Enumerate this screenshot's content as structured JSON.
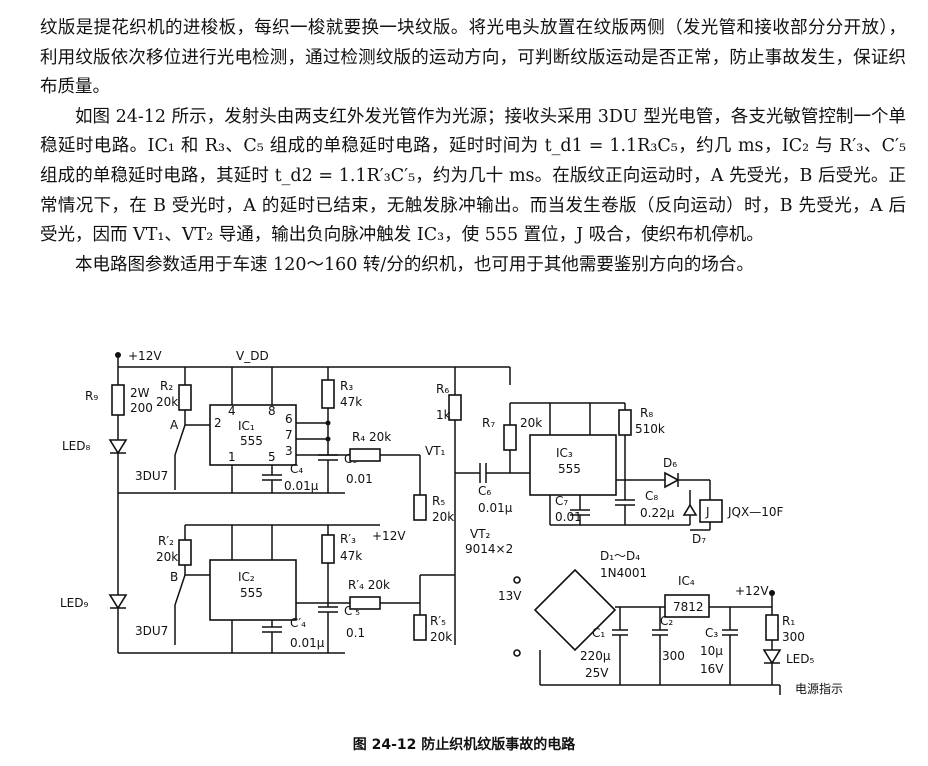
{
  "paragraphs": [
    "纹版是提花织机的进梭板，每织一梭就要换一块纹版。将光电头放置在纹版两侧（发光管和接收部分分开放），利用纹版依次移位进行光电检测，通过检测纹版的运动方向，可判断纹版运动是否正常，防止事故发生，保证织布质量。",
    "如图 24-12 所示，发射头由两支红外发光管作为光源；接收头采用 3DU 型光电管，各支光敏管控制一个单稳延时电路。IC₁ 和 R₃、C₅ 组成的单稳延时电路，延时时间为 t_d1 = 1.1R₃C₅，约几 ms，IC₂ 与 R′₃、C′₅ 组成的单稳延时电路，其延时 t_d2 = 1.1R′₃C′₅，约为几十 ms。在版纹正向运动时，A 先受光，B 后受光。正常情况下，在 B 受光时，A 的延时已结束，无触发脉冲输出。而当发生卷版（反向运动）时，B 先受光，A 后受光，因而 VT₁、VT₂ 导通，输出负向脉冲触发 IC₃，使 555 置位，J 吸合，使织布机停机。",
    "本电路图参数适用于车速 120～160 转/分的织机，也可用于其他需要鉴别方向的场合。"
  ],
  "circuit": {
    "supply": "+12V",
    "vdd": "V_DD",
    "labels": {
      "r9": "R₉",
      "r9_val1": "2W",
      "r9_val2": "200",
      "r2": "R₂",
      "r2_val": "20k",
      "node_a": "A",
      "r3": "R₃",
      "r3_val": "47k",
      "ic1": "IC₁",
      "ic1_type": "555",
      "led8": "LED₈",
      "pt1": "3DU7",
      "c4": "C₄",
      "c4_val": "0.01μ",
      "c5": "C₅",
      "c5_val": "0.01",
      "r4": "R₄ 20k",
      "vt1": "VT₁",
      "r6": "R₆",
      "r6_val": "1k",
      "r5": "R₅",
      "r5_val": "20k",
      "r7": "R₇",
      "r7_val": "20k",
      "c6": "C₆",
      "c6_val": "0.01μ",
      "ic3": "IC₃",
      "ic3_type": "555",
      "c7": "C₇",
      "c7_val": "0.01",
      "c8": "C₈",
      "c8_val": "0.22μ",
      "r8": "R₈",
      "r8_val": "510k",
      "d6": "D₆",
      "d7": "D₇",
      "relay_j": "J",
      "relay": "JQX—10F",
      "r2p": "R′₂",
      "r2p_val": "20k",
      "node_b": "B",
      "r3p": "R′₃",
      "r3p_val": "47k",
      "plus12_b": "+12V",
      "ic2": "IC₂",
      "ic2_type": "555",
      "led9": "LED₉",
      "pt2": "3DU7",
      "c4p": "C′₄",
      "c4p_val": "0.01μ",
      "c5p": "C′₅",
      "c5p_val": "0.1",
      "r4p": "R′₄ 20k",
      "vt2": "VT₂",
      "vt_type": "9014×2",
      "r5p": "R′₅",
      "r5p_val": "20k",
      "d1d4": "D₁～D₄",
      "d1d4_type": "1N4001",
      "ic4": "IC₄",
      "ic4_type": "7812",
      "plus12_out": "+12V",
      "ac_in": "13V",
      "c1": "C₁",
      "c1_val1": "220μ",
      "c1_val2": "25V",
      "c2": "C₂",
      "c2_val": "300",
      "c3": "C₃",
      "c3_val1": "10μ",
      "c3_val2": "16V",
      "r1": "R₁",
      "r1_val": "300",
      "led5": "LED₅",
      "power_ind": "电源指示",
      "pin2": "2",
      "pin4": "4",
      "pin8": "8",
      "pin6": "6",
      "pin7": "7",
      "pin3": "3",
      "pin1": "1",
      "pin5": "5"
    }
  },
  "caption": "图 24-12   防止织机纹版事故的电路"
}
